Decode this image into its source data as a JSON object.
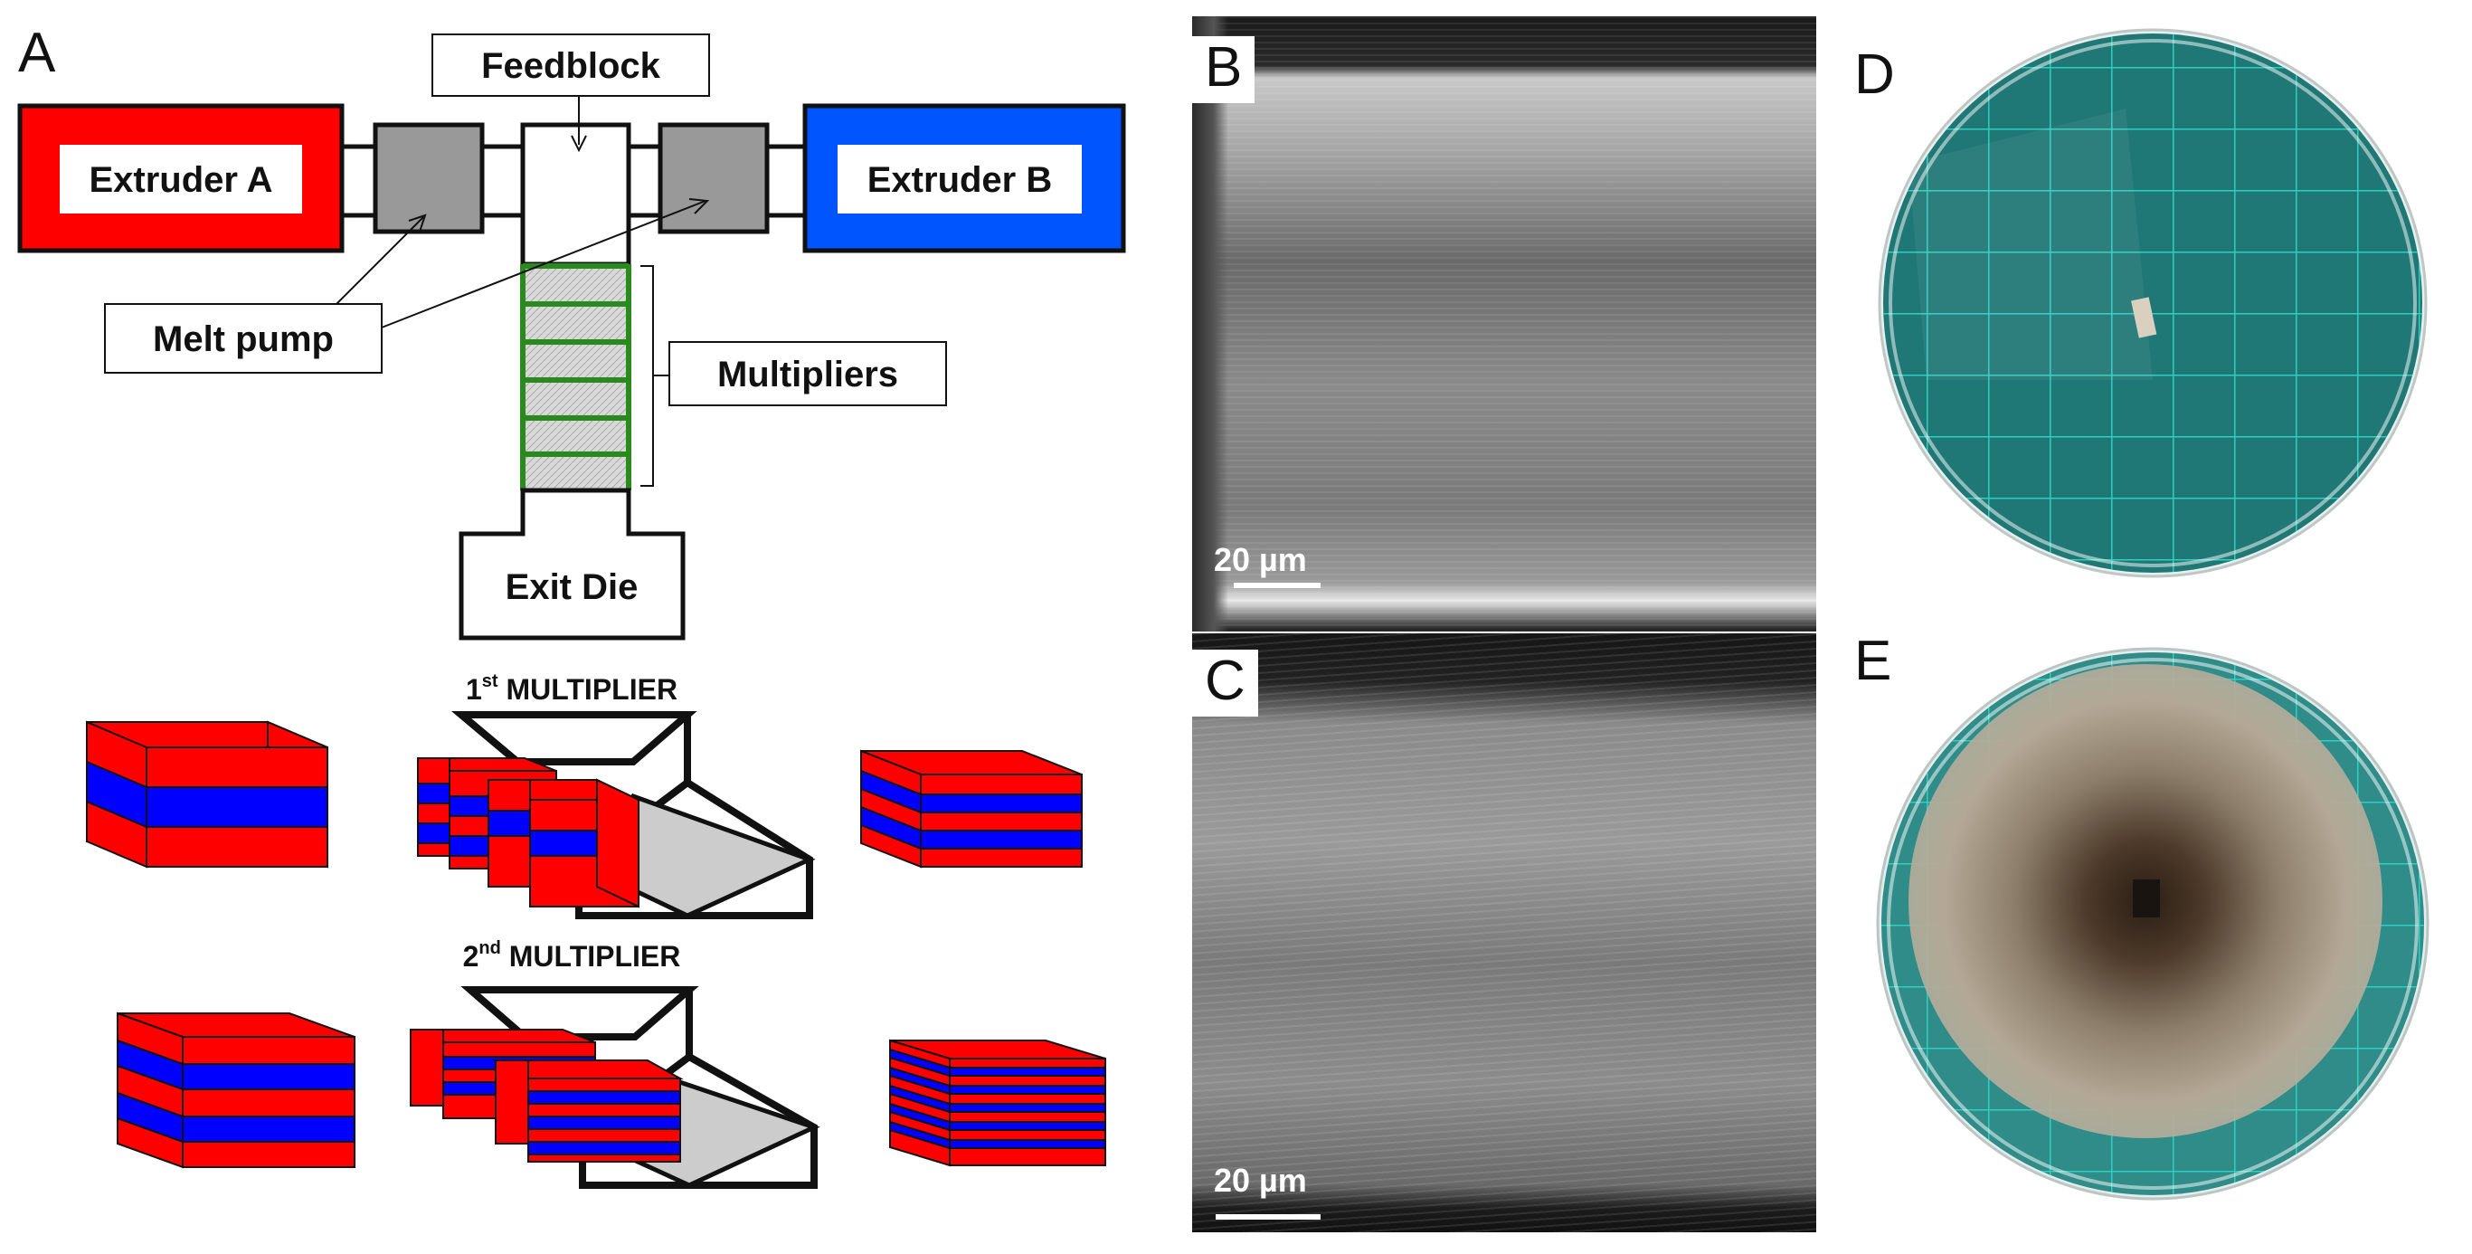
{
  "panels": {
    "A": "A",
    "B": "B",
    "C": "C",
    "D": "D",
    "E": "E"
  },
  "diagram": {
    "extruder_a": "Extruder A",
    "extruder_b": "Extruder B",
    "feedblock": "Feedblock",
    "melt_pump": "Melt pump",
    "multipliers": "Multipliers",
    "exit_die": "Exit Die",
    "mult1_sup": "st",
    "mult1_text": "MULTIPLIER",
    "mult1_num": "1",
    "mult2_sup": "nd",
    "mult2_text": "MULTIPLIER",
    "mult2_num": "2"
  },
  "micrographs": {
    "b_scale": "20 µm",
    "c_scale": "20 µm"
  },
  "colors": {
    "extruder_a": "#ff0000",
    "extruder_b": "#0055ff",
    "melt_pump": "#999999",
    "multiplier_lines": "#2a8a1e",
    "layer_red": "#ff0000",
    "layer_blue": "#0000ff",
    "petri_grid": "#2ecfc0"
  }
}
